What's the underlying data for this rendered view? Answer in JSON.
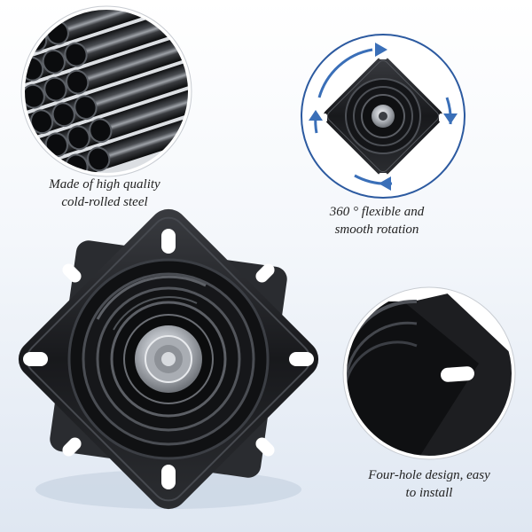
{
  "captions": {
    "steel": {
      "line1": "Made of high quality",
      "line2": "cold-rolled steel"
    },
    "rotation": {
      "line1": "360 ° flexible and",
      "line2": "smooth rotation"
    },
    "holes": {
      "line1": "Four-hole design, easy",
      "line2": "to install"
    }
  },
  "colors": {
    "metal": "#1b1c1f",
    "circle_border": "#2c5aa0",
    "arrow": "#3a6fb8",
    "bearing": "#c9ccd1"
  },
  "icons": [
    "rotation-arrow-icon"
  ]
}
